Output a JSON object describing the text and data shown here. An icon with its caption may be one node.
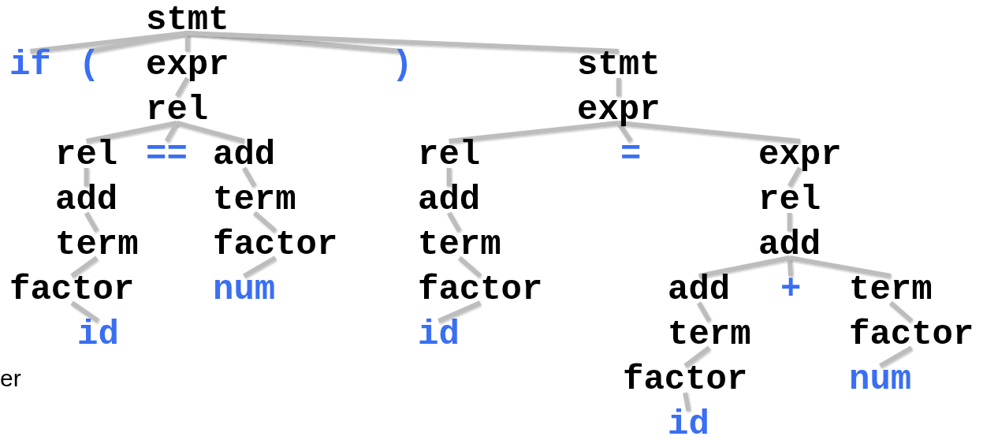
{
  "diagram": {
    "nodes": [
      {
        "text": [
          "stmt"
        ]
      },
      {
        "text": [
          "if"
        ]
      },
      {
        "text": [
          "("
        ]
      },
      {
        "text": [
          "expr"
        ]
      },
      {
        "text": [
          ")"
        ]
      },
      {
        "text": [
          "stmt"
        ]
      },
      {
        "text": [
          "rel"
        ]
      },
      {
        "text": [
          "rel"
        ]
      },
      {
        "text": [
          "=="
        ]
      },
      {
        "text": [
          "add"
        ]
      },
      {
        "text": [
          "add"
        ]
      },
      {
        "text": [
          "term"
        ]
      },
      {
        "text": [
          "factor"
        ]
      },
      {
        "text": [
          "id"
        ]
      },
      {
        "text": [
          "term"
        ]
      },
      {
        "text": [
          "factor"
        ]
      },
      {
        "text": [
          "num"
        ]
      },
      {
        "text": [
          "expr"
        ]
      },
      {
        "text": [
          "rel"
        ]
      },
      {
        "text": [
          "="
        ]
      },
      {
        "text": [
          "expr"
        ]
      },
      {
        "text": [
          "add"
        ]
      },
      {
        "text": [
          "term"
        ]
      },
      {
        "text": [
          "factor"
        ]
      },
      {
        "text": [
          "id"
        ]
      },
      {
        "text": [
          "rel"
        ]
      },
      {
        "text": [
          "add"
        ]
      },
      {
        "text": [
          "add"
        ]
      },
      {
        "text": [
          "+"
        ]
      },
      {
        "text": [
          "term"
        ]
      },
      {
        "text": [
          "term"
        ]
      },
      {
        "text": [
          "factor"
        ]
      },
      {
        "text": [
          "id"
        ]
      },
      {
        "text": [
          "factor"
        ]
      },
      {
        "text": [
          "num"
        ]
      }
    ],
    "edges": [
      {
        "from": 0,
        "to": 1,
        "arrow": "none"
      },
      {
        "from": 0,
        "to": 2,
        "arrow": "none"
      },
      {
        "from": 0,
        "to": 3,
        "arrow": "none"
      },
      {
        "from": 0,
        "to": 4,
        "arrow": "none"
      },
      {
        "from": 0,
        "to": 5,
        "arrow": "none"
      },
      {
        "from": 3,
        "to": 6,
        "arrow": "none"
      },
      {
        "from": 6,
        "to": 7,
        "arrow": "none"
      },
      {
        "from": 6,
        "to": 8,
        "arrow": "none"
      },
      {
        "from": 6,
        "to": 9,
        "arrow": "none"
      },
      {
        "from": 7,
        "to": 10,
        "arrow": "none"
      },
      {
        "from": 10,
        "to": 11,
        "arrow": "none"
      },
      {
        "from": 11,
        "to": 12,
        "arrow": "none"
      },
      {
        "from": 12,
        "to": 13,
        "arrow": "none"
      },
      {
        "from": 9,
        "to": 14,
        "arrow": "none"
      },
      {
        "from": 14,
        "to": 15,
        "arrow": "none"
      },
      {
        "from": 15,
        "to": 16,
        "arrow": "none"
      },
      {
        "from": 5,
        "to": 17,
        "arrow": "none"
      },
      {
        "from": 17,
        "to": 18,
        "arrow": "none"
      },
      {
        "from": 17,
        "to": 19,
        "arrow": "none"
      },
      {
        "from": 17,
        "to": 20,
        "arrow": "none"
      },
      {
        "from": 18,
        "to": 21,
        "arrow": "none"
      },
      {
        "from": 21,
        "to": 22,
        "arrow": "none"
      },
      {
        "from": 22,
        "to": 23,
        "arrow": "none"
      },
      {
        "from": 23,
        "to": 24,
        "arrow": "none"
      },
      {
        "from": 20,
        "to": 25,
        "arrow": "none"
      },
      {
        "from": 25,
        "to": 26,
        "arrow": "none"
      },
      {
        "from": 26,
        "to": 27,
        "arrow": "none"
      },
      {
        "from": 26,
        "to": 28,
        "arrow": "none"
      },
      {
        "from": 26,
        "to": 29,
        "arrow": "none"
      },
      {
        "from": 27,
        "to": 30,
        "arrow": "none"
      },
      {
        "from": 30,
        "to": 31,
        "arrow": "none"
      },
      {
        "from": 31,
        "to": 32,
        "arrow": "none"
      },
      {
        "from": 29,
        "to": 33,
        "arrow": "none"
      },
      {
        "from": 33,
        "to": 34,
        "arrow": "none"
      }
    ],
    "labels": [
      "er"
    ]
  }
}
